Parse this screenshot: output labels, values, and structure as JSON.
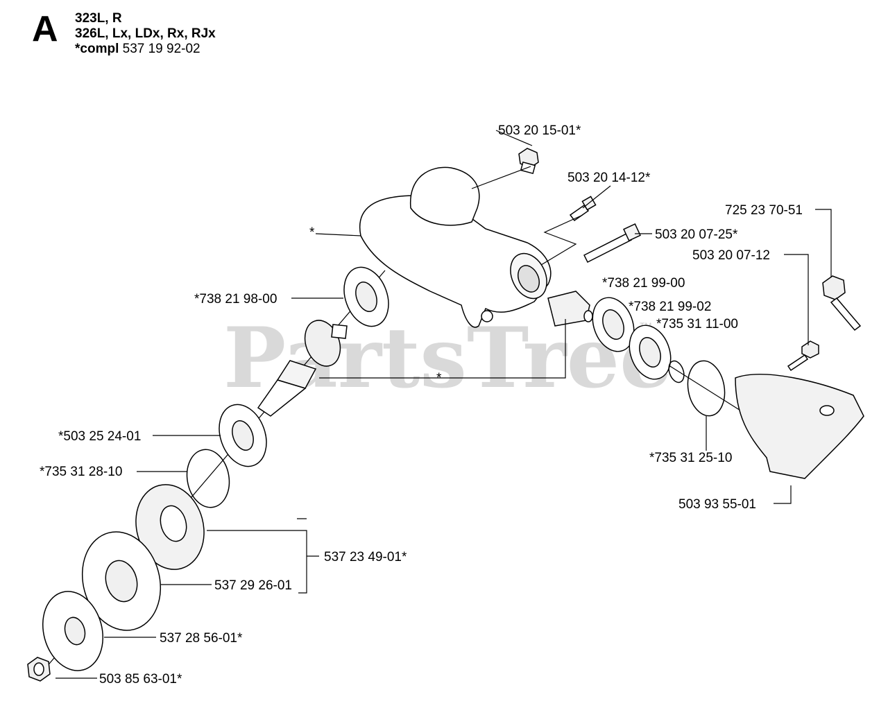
{
  "header": {
    "letter": "A",
    "models_1": "323L, R",
    "models_2": "326L, Lx, LDx, Rx, RJx",
    "compl_label": "*compl",
    "compl_number": "537 19 92-02"
  },
  "watermark": {
    "text": "PartsTree",
    "tm": "TM"
  },
  "callouts": {
    "p1": "503 20 15-01*",
    "p2": "503 20 14-12*",
    "p3": "503 20 07-25*",
    "p4": "725 23 70-51",
    "p5": "503 20 07-12",
    "p6": "*738 21 99-00",
    "p7": "*738 21 99-02",
    "p8": "*735 31 11-00",
    "p9": "*738 21 98-00",
    "p10": "*",
    "p11": "*",
    "p12": "*503 25 24-01",
    "p13": "*735 31 28-10",
    "p14": "*735 31 25-10",
    "p15": "503 93 55-01",
    "p16": "537 23 49-01*",
    "p17": "537 29 26-01",
    "p18": "537 28 56-01*",
    "p19": "503 85 63-01*"
  }
}
